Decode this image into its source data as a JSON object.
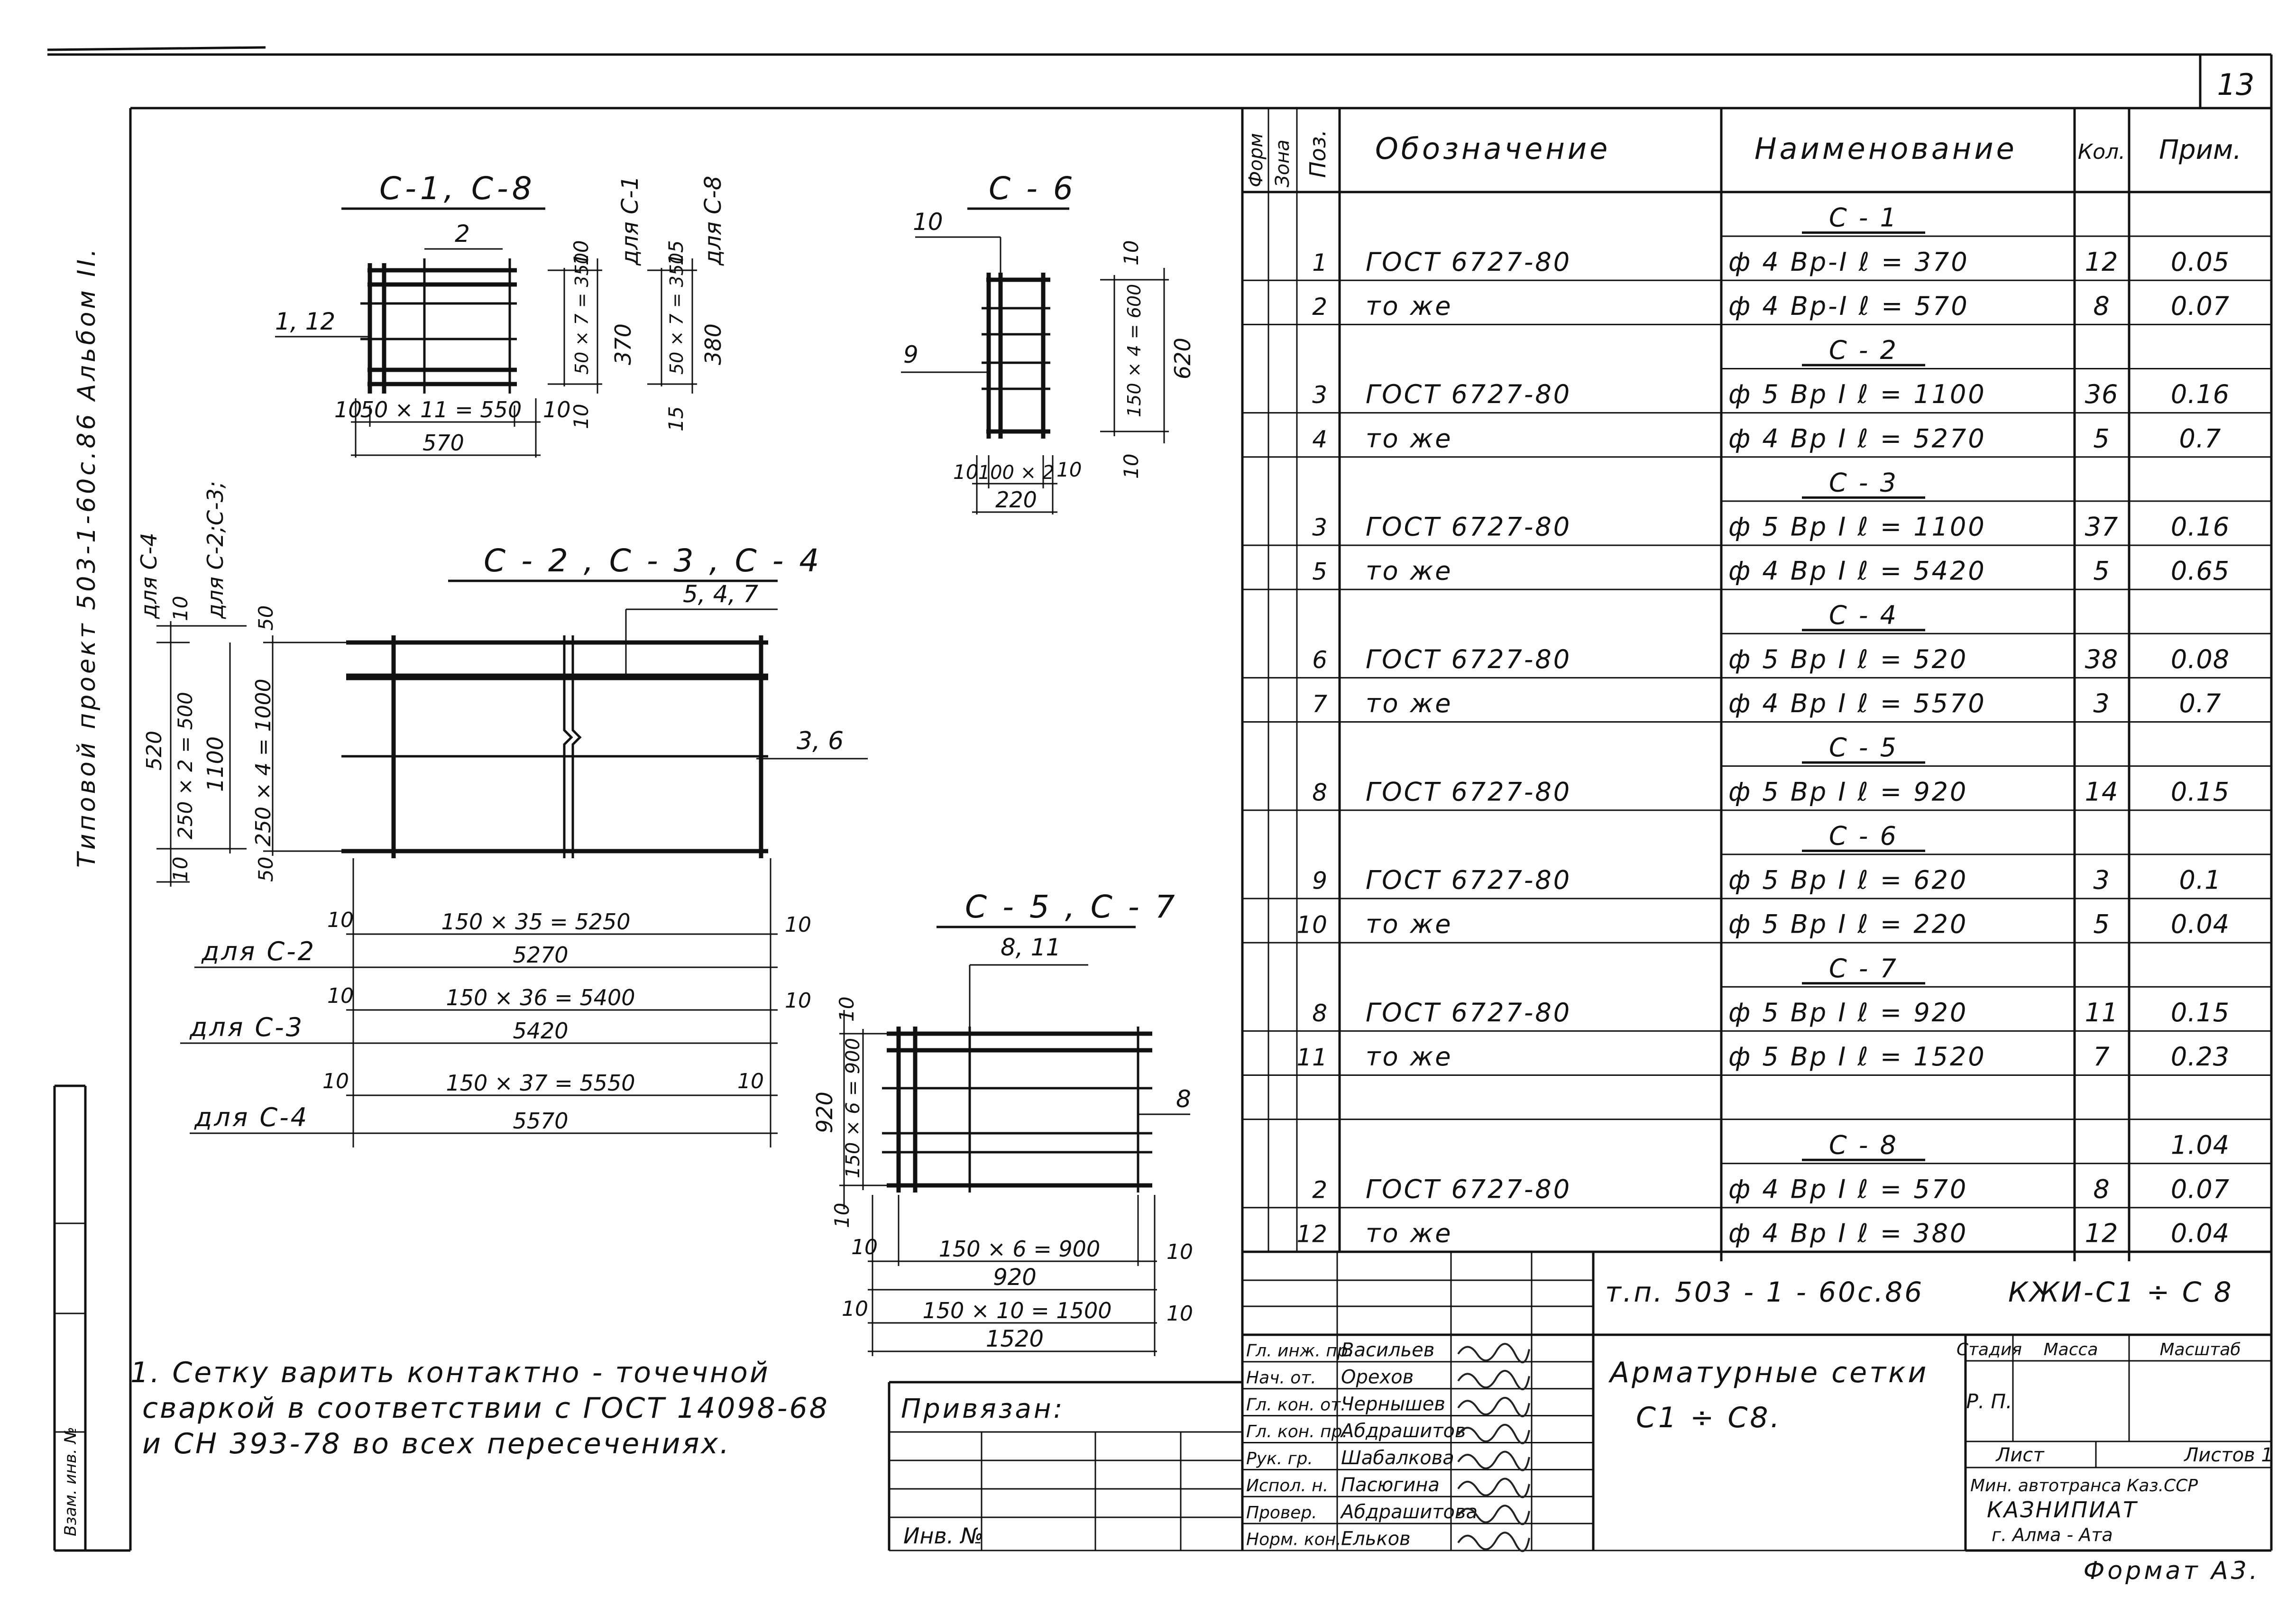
{
  "sheet_number": "13",
  "side_label": "Типовой проект  503-1-60с.86  Альбом II.",
  "side_stamp": "Взам. инв. №",
  "spec_table": {
    "headers": {
      "format": "Форм",
      "zone": "Зона",
      "pos": "Поз.",
      "designation": "Обозначение",
      "name": "Наименование",
      "qty": "Кол.",
      "note": "Прим."
    },
    "rows": [
      {
        "pos": "",
        "designation": "",
        "name": "С - 1",
        "qty": "",
        "note": ""
      },
      {
        "pos": "1",
        "designation": "ГОСТ  6727-80",
        "name": "ф 4 Вр-I   ℓ = 370",
        "qty": "12",
        "note": "0.05"
      },
      {
        "pos": "2",
        "designation": "то   же",
        "name": "ф 4 Вр-I   ℓ = 570",
        "qty": "8",
        "note": "0.07"
      },
      {
        "pos": "",
        "designation": "",
        "name": "С - 2",
        "qty": "",
        "note": ""
      },
      {
        "pos": "3",
        "designation": "ГОСТ  6727-80",
        "name": "ф 5 Вр I   ℓ = 1100",
        "qty": "36",
        "note": "0.16"
      },
      {
        "pos": "4",
        "designation": "то   же",
        "name": "ф 4 Вр I   ℓ = 5270",
        "qty": "5",
        "note": "0.7"
      },
      {
        "pos": "",
        "designation": "",
        "name": "С - 3",
        "qty": "",
        "note": ""
      },
      {
        "pos": "3",
        "designation": "ГОСТ  6727-80",
        "name": "ф 5 Вр I   ℓ = 1100",
        "qty": "37",
        "note": "0.16"
      },
      {
        "pos": "5",
        "designation": "то   же",
        "name": "ф 4 Вр I   ℓ = 5420",
        "qty": "5",
        "note": "0.65"
      },
      {
        "pos": "",
        "designation": "",
        "name": "С - 4",
        "qty": "",
        "note": ""
      },
      {
        "pos": "6",
        "designation": "ГОСТ  6727-80",
        "name": "ф 5 Вр I   ℓ = 520",
        "qty": "38",
        "note": "0.08"
      },
      {
        "pos": "7",
        "designation": "то   же",
        "name": "ф 4 Вр I   ℓ = 5570",
        "qty": "3",
        "note": "0.7"
      },
      {
        "pos": "",
        "designation": "",
        "name": "С - 5",
        "qty": "",
        "note": ""
      },
      {
        "pos": "8",
        "designation": "ГОСТ  6727-80",
        "name": "ф 5 Вр I   ℓ = 920",
        "qty": "14",
        "note": "0.15"
      },
      {
        "pos": "",
        "designation": "",
        "name": "С - 6",
        "qty": "",
        "note": ""
      },
      {
        "pos": "9",
        "designation": "ГОСТ  6727-80",
        "name": "ф 5 Вр I   ℓ = 620",
        "qty": "3",
        "note": "0.1"
      },
      {
        "pos": "10",
        "designation": "то   же",
        "name": "ф 5 Вр I   ℓ = 220",
        "qty": "5",
        "note": "0.04"
      },
      {
        "pos": "",
        "designation": "",
        "name": "С - 7",
        "qty": "",
        "note": ""
      },
      {
        "pos": "8",
        "designation": "ГОСТ  6727-80",
        "name": "ф 5 Вр I   ℓ = 920",
        "qty": "11",
        "note": "0.15"
      },
      {
        "pos": "11",
        "designation": "то   же",
        "name": "ф 5 Вр I   ℓ = 1520",
        "qty": "7",
        "note": "0.23"
      },
      {
        "pos": "",
        "designation": "",
        "name": "",
        "qty": "",
        "note": ""
      },
      {
        "pos": "",
        "designation": "",
        "name": "С - 8",
        "qty": "",
        "note": "1.04"
      },
      {
        "pos": "2",
        "designation": "ГОСТ  6727-80",
        "name": "ф 4 Вр I   ℓ = 570",
        "qty": "8",
        "note": "0.07"
      },
      {
        "pos": "12",
        "designation": "то   же",
        "name": "ф 4 Вр I   ℓ = 380",
        "qty": "12",
        "note": "0.04"
      }
    ]
  },
  "drawings": {
    "c1_c8": {
      "title": "С-1,  С-8",
      "leader_2": "2",
      "leader_1_12": "1, 12",
      "dim_10_left": "10",
      "dim_50x11": "50 × 11 = 550",
      "dim_10_right": "10",
      "dim_570": "570",
      "dim_10_top": "10",
      "dim_50x7_a": "50 × 7 = 350",
      "dim_10_bottom": "10",
      "dim_370": "370",
      "for_c1": "для С-1",
      "dim_15_top": "15",
      "dim_50x7_b": "50 × 7 = 350",
      "dim_15_bottom": "15",
      "dim_380": "380",
      "for_c8": "для С-8"
    },
    "c6": {
      "title": "С - 6",
      "leader_10": "10",
      "leader_9": "9",
      "dim_10_top": "10",
      "dim_150x4": "150 × 4 = 600",
      "dim_10_bottom": "10",
      "dim_620": "620",
      "dim_10_left": "10",
      "dim_100x2": "100 × 2",
      "dim_10_right": "10",
      "dim_220": "220"
    },
    "c2_c3_c4": {
      "title": "С - 2 ,  С - 3 ,  С - 4",
      "leader_547": "5, 4, 7",
      "leader_36": "3, 6",
      "v_520": "520",
      "v_250x2": "250 × 2 = 500",
      "v_10_top": "10",
      "v_10_bottom": "10",
      "for_c4": "для С-4",
      "v_1100": "1100",
      "for_c2_c3": "для С-2;С-3;",
      "v_250x4": "250 × 4 = 1000",
      "v_50_top": "50",
      "v_50_bottom": "50",
      "d10_a": "10",
      "d150x35": "150 × 35  =  5250",
      "d10_b": "10",
      "for_c2": "для  С-2",
      "d5270": "5270",
      "d10_c": "10",
      "d150x36": "150 × 36  =  5400",
      "d10_d": "10",
      "for_c3": "для  С-3",
      "d5420": "5420",
      "d10_e": "10",
      "d150x37": "150 × 37  =  5550",
      "d10_f": "10",
      "for_c4b": "для  С-4",
      "d5570": "5570"
    },
    "c5_c7": {
      "title": "С - 5 ,  С - 7",
      "leader_811": "8, 11",
      "leader_8": "8",
      "v_10_top": "10",
      "v_150x6": "150 × 6 = 900",
      "v_920": "920",
      "v_10_bottom": "10",
      "d10_a": "10",
      "d150x6": "150 × 6  =  900",
      "d10_b": "10",
      "d920": "920",
      "d10_c": "10",
      "d150x10": "150 × 10 = 1500",
      "d10_d": "10",
      "d1520": "1520"
    }
  },
  "note_lines": [
    "1. Сетку   варить   контактно - точечной",
    "сваркой  в  соответствии  с  ГОСТ 14098-68",
    "и  СН  393-78   во   всех   пересечениях."
  ],
  "binding": {
    "label": "Привязан:",
    "inv_label": "Инв.  №"
  },
  "title_block": {
    "project_code": "т.п.    503 - 1 - 60с.86",
    "sheet_code": "КЖИ-С1 ÷ С 8",
    "drawing_title_1": "Арматурные   сетки",
    "drawing_title_2": "С1  ÷  С8.",
    "stage_label": "Стадия",
    "mass_label": "Масса",
    "scale_label": "Масштаб",
    "stage_value": "Р. П.",
    "sheet_label": "Лист",
    "sheets_label": "Листов 1",
    "org_1": "Мин. автотранса Каз.ССР",
    "org_2": "КАЗНИПИАТ",
    "org_3": "г. Алма - Ата",
    "format": "Формат  А3.",
    "signatures": [
      {
        "role": "Гл. инж. пр.",
        "name": "Васильев"
      },
      {
        "role": "Нач. от.",
        "name": "Орехов"
      },
      {
        "role": "Гл. кон. от.",
        "name": "Чернышев"
      },
      {
        "role": "Гл. кон. пр.",
        "name": "Абдрашитов"
      },
      {
        "role": "Рук. гр.",
        "name": "Шабалкова"
      },
      {
        "role": "Испол. н.",
        "name": "Пасюгина"
      },
      {
        "role": "Провер.",
        "name": "Абдрашитова"
      },
      {
        "role": "Норм. кон.",
        "name": "Ельков"
      }
    ]
  }
}
